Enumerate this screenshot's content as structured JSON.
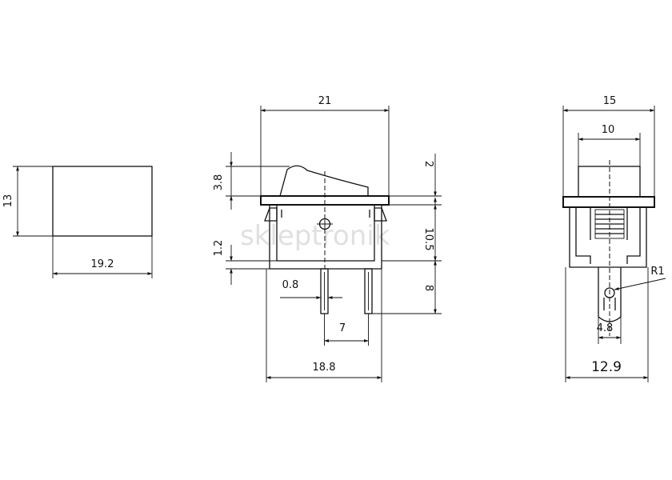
{
  "watermark": "skleptronik",
  "side_view": {
    "height_label": "13",
    "width_label": "19.2"
  },
  "front_view": {
    "top_width_label": "21",
    "rocker_height_label": "3.8",
    "top_offset_label": "2",
    "body_height_label": "10.5",
    "flange_label": "1.2",
    "terminal_width_label": "0.8",
    "terminal_length_label": "8",
    "terminal_pitch_label": "7",
    "bottom_width_label": "18.8"
  },
  "end_view": {
    "top_width_label": "15",
    "inner_width_label": "10",
    "radius_label": "R1",
    "terminal_width_label": "4.8",
    "bottom_width_label": "12.9"
  }
}
